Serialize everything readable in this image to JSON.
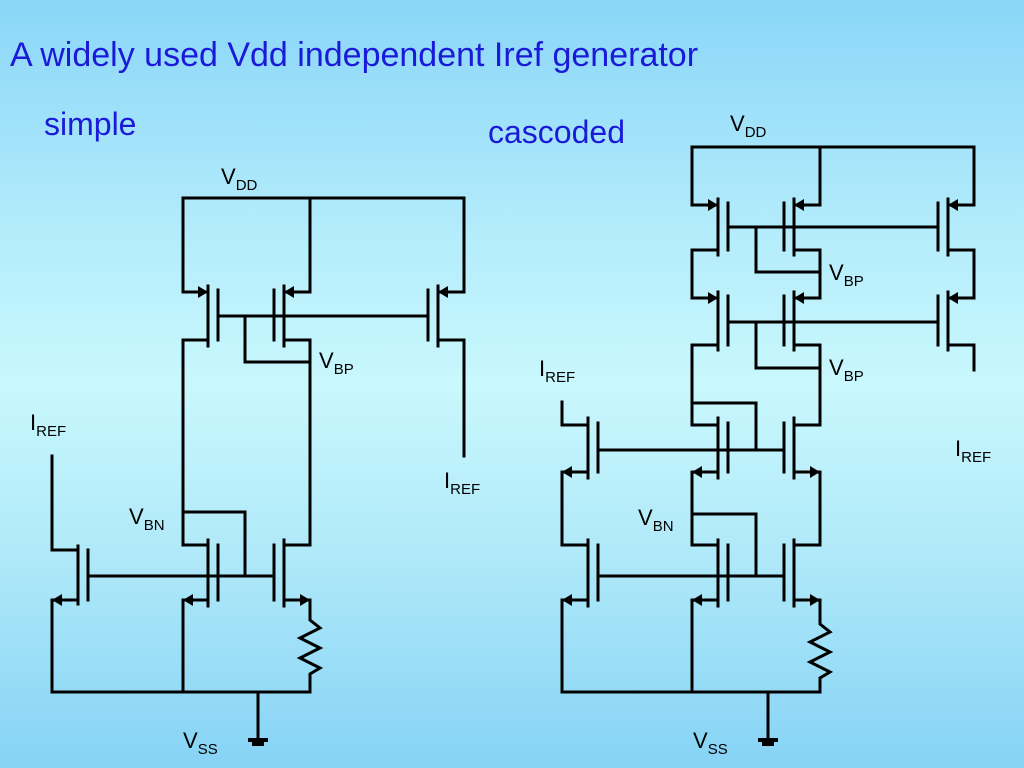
{
  "title": "A widely used Vdd independent Iref generator",
  "simple": {
    "heading": "simple",
    "labels": {
      "vdd": {
        "main": "V",
        "sub": "DD"
      },
      "vbp": {
        "main": "V",
        "sub": "BP"
      },
      "vbn": {
        "main": "V",
        "sub": "BN"
      },
      "iref_left": {
        "main": "I",
        "sub": "REF"
      },
      "iref_right": {
        "main": "I",
        "sub": "REF"
      },
      "vss": {
        "main": "V",
        "sub": "SS"
      }
    }
  },
  "cascoded": {
    "heading": "cascoded",
    "labels": {
      "vdd": {
        "main": "V",
        "sub": "DD"
      },
      "vbp_top": {
        "main": "V",
        "sub": "BP"
      },
      "vbp_bottom": {
        "main": "V",
        "sub": "BP"
      },
      "vbn": {
        "main": "V",
        "sub": "BN"
      },
      "iref_left": {
        "main": "I",
        "sub": "REF"
      },
      "iref_right": {
        "main": "I",
        "sub": "REF"
      },
      "vss": {
        "main": "V",
        "sub": "SS"
      }
    }
  }
}
